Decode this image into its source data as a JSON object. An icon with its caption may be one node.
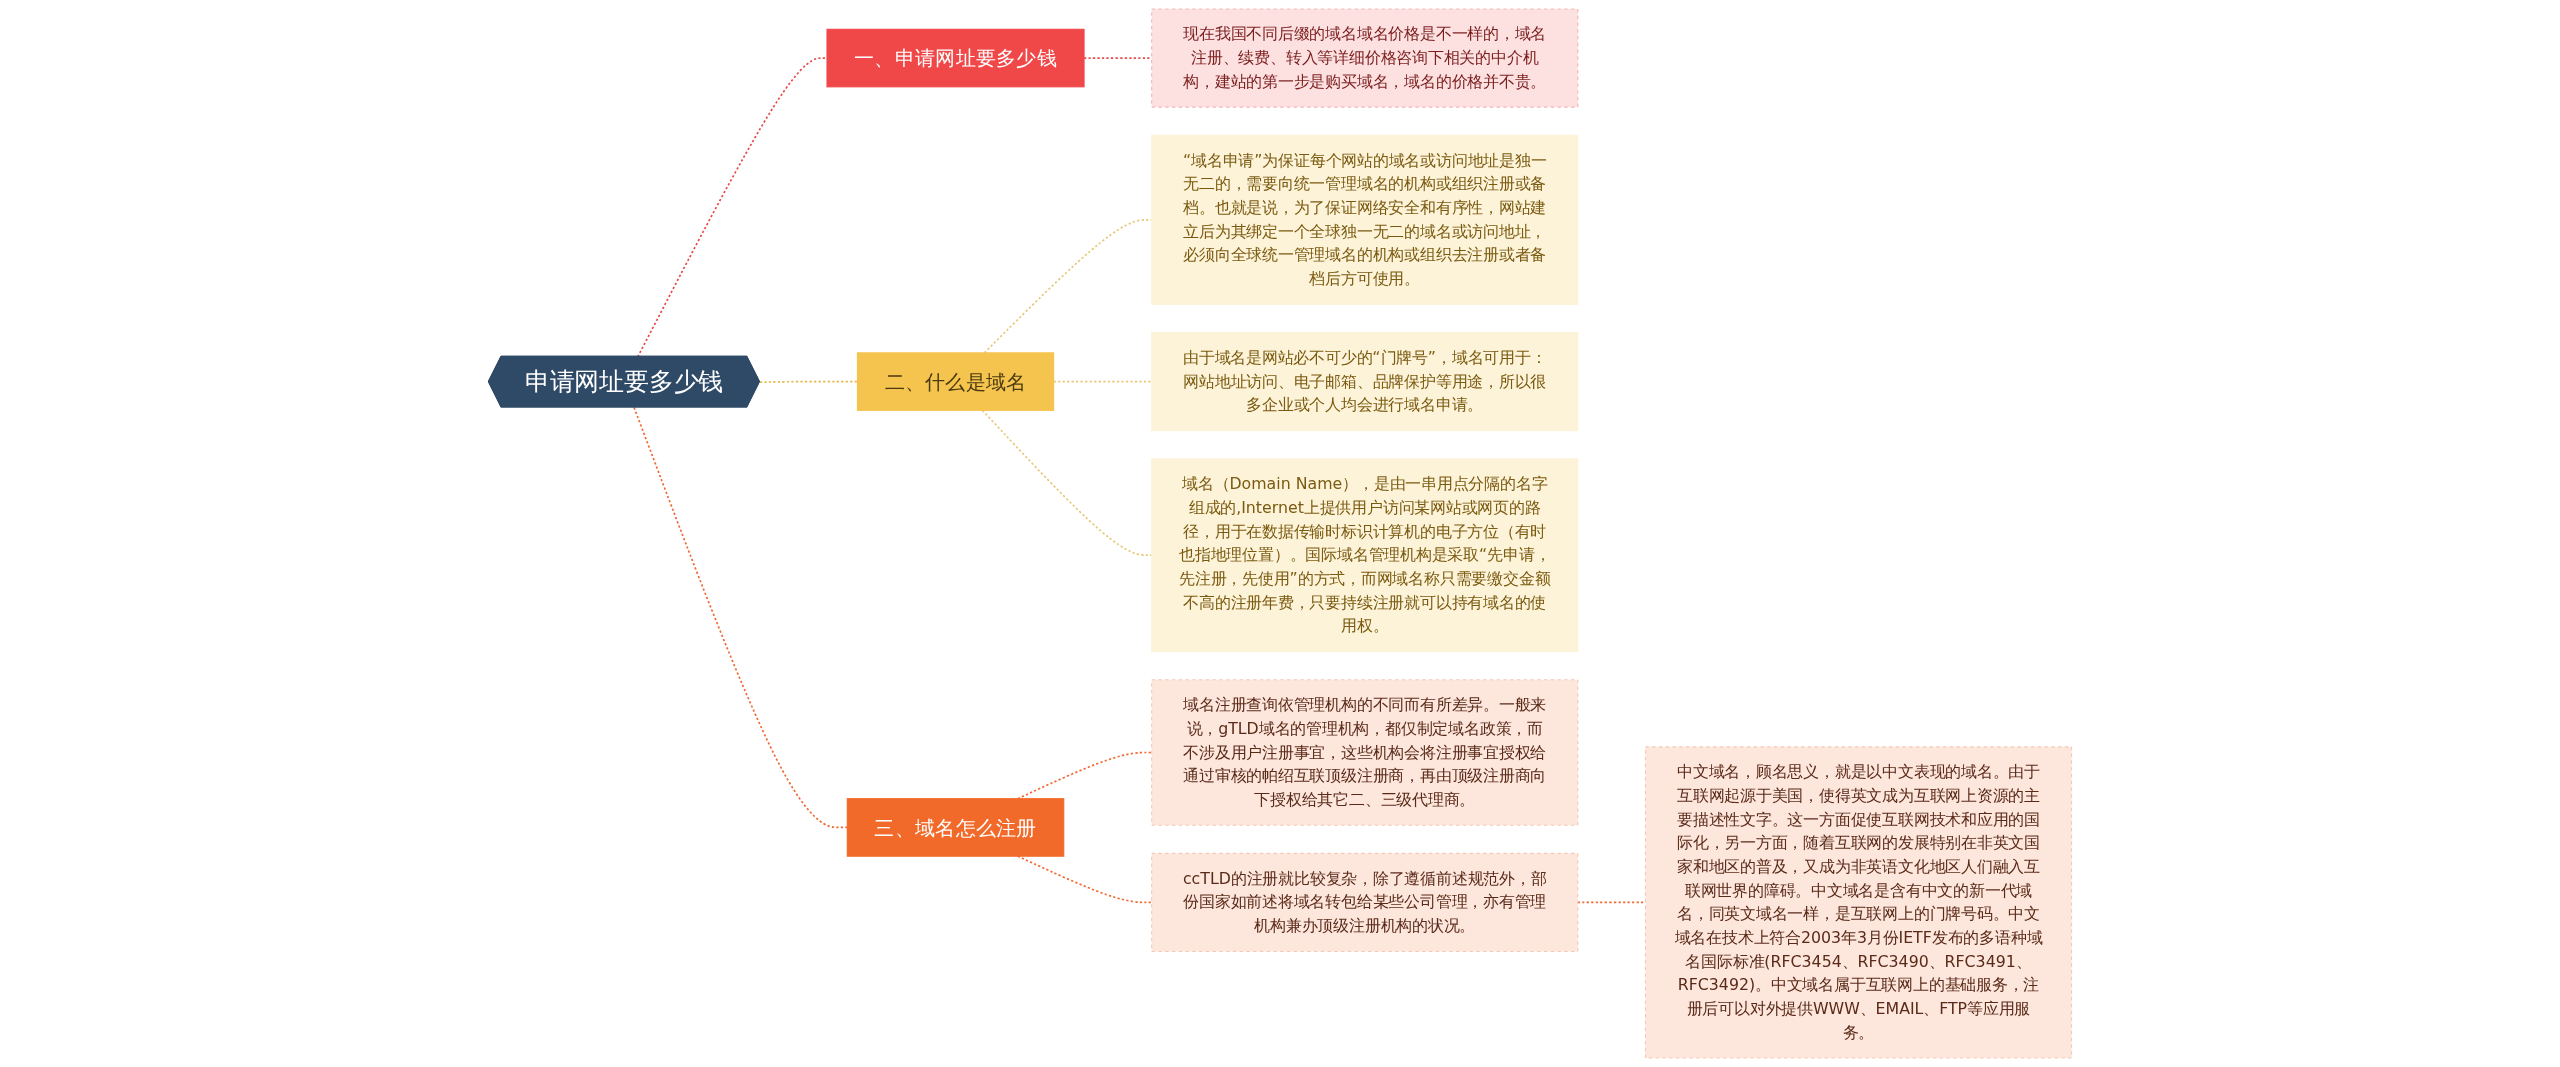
{
  "diagram": {
    "nodes": [
      {
        "text": [
          "申请网址要多少钱"
        ]
      },
      {
        "text": [
          "一、申请网址要多少钱"
        ]
      },
      {
        "text": [
          "现在我国不同后缀的域名域名价格是不一样的，域名注册、续费、转入等详细价格咨询下相关的中介机构，建站的第一步是购买域名，域名的价格并不贵。"
        ]
      },
      {
        "text": [
          "二、什么是域名"
        ]
      },
      {
        "text": [
          "“域名申请”为保证每个网站的域名或访问地址是独一无二的，需要向统一管理域名的机构或组织注册或备档。也就是说，为了保证网络安全和有序性，网站建立后为其绑定一个全球独一无二的域名或访问地址，必须向全球统一管理域名的机构或组织去注册或者备档后方可使用。"
        ]
      },
      {
        "text": [
          "由于域名是网站必不可少的“门牌号”，域名可用于：网站地址访问、电子邮箱、品牌保护等用途，所以很多企业或个人均会进行域名申请。"
        ]
      },
      {
        "text": [
          "域名（Domain Name），是由一串用点分隔的名字组成的,Internet上提供用户访问某网站或网页的路径，用于在数据传输时标识计算机的电子方位（有时也指地理位置）。国际域名管理机构是采取“先申请，先注册，先使用”的方式，而网域名称只需要缴交金额不高的注册年费，只要持续注册就可以持有域名的使用权。"
        ]
      },
      {
        "text": [
          "三、域名怎么注册"
        ]
      },
      {
        "text": [
          "域名注册查询依管理机构的不同而有所差异。一般来说，gTLD域名的管理机构，都仅制定域名政策，而不涉及用户注册事宜，这些机构会将注册事宜授权给通过审核的帕绍互联顶级注册商，再由顶级注册商向下授权给其它二、三级代理商。"
        ]
      },
      {
        "text": [
          "ccTLD的注册就比较复杂，除了遵循前述规范外，部份国家如前述将域名转包给某些公司管理，亦有管理机构兼办顶级注册机构的状况。"
        ]
      },
      {
        "text": [
          "中文域名，顾名思义，就是以中文表现的域名。由于互联网起源于美国，使得英文成为互联网上资源的主要描述性文字。这一方面促使互联网技术和应用的国际化，另一方面，随着互联网的发展特别在非英文国家和地区的普及，又成为非英语文化地区人们融入互联网世界的障碍。中文域名是含有中文的新一代域名，同英文域名一样，是互联网上的门牌号码。中文域名在技术上符合2003年3月份IETF发布的多语种域名国际标准(RFC3454、RFC3490、RFC3491、RFC3492)。中文域名属于互联网上的基础服务，注册后可以对外提供WWW、EMAIL、FTP等应用服务。"
        ]
      }
    ],
    "edges": [
      {
        "from": 0,
        "to": 1,
        "arrow": "none",
        "style": "dashed",
        "color": "#e84a4a"
      },
      {
        "from": 1,
        "to": 2,
        "arrow": "none",
        "style": "dashed",
        "color": "#e84a4a"
      },
      {
        "from": 0,
        "to": 3,
        "arrow": "none",
        "style": "dashed",
        "color": "#e8b84a"
      },
      {
        "from": 3,
        "to": 4,
        "arrow": "none",
        "style": "dashed",
        "color": "#e8c87a"
      },
      {
        "from": 3,
        "to": 5,
        "arrow": "none",
        "style": "dashed",
        "color": "#e8c87a"
      },
      {
        "from": 3,
        "to": 6,
        "arrow": "none",
        "style": "dashed",
        "color": "#e8c87a"
      },
      {
        "from": 0,
        "to": 7,
        "arrow": "none",
        "style": "dashed",
        "color": "#f06a35"
      },
      {
        "from": 7,
        "to": 8,
        "arrow": "none",
        "style": "dashed",
        "color": "#f06a35"
      },
      {
        "from": 7,
        "to": 9,
        "arrow": "none",
        "style": "dashed",
        "color": "#f06a35"
      },
      {
        "from": 9,
        "to": 10,
        "arrow": "none",
        "style": "dashed",
        "color": "#f06a35"
      }
    ]
  }
}
